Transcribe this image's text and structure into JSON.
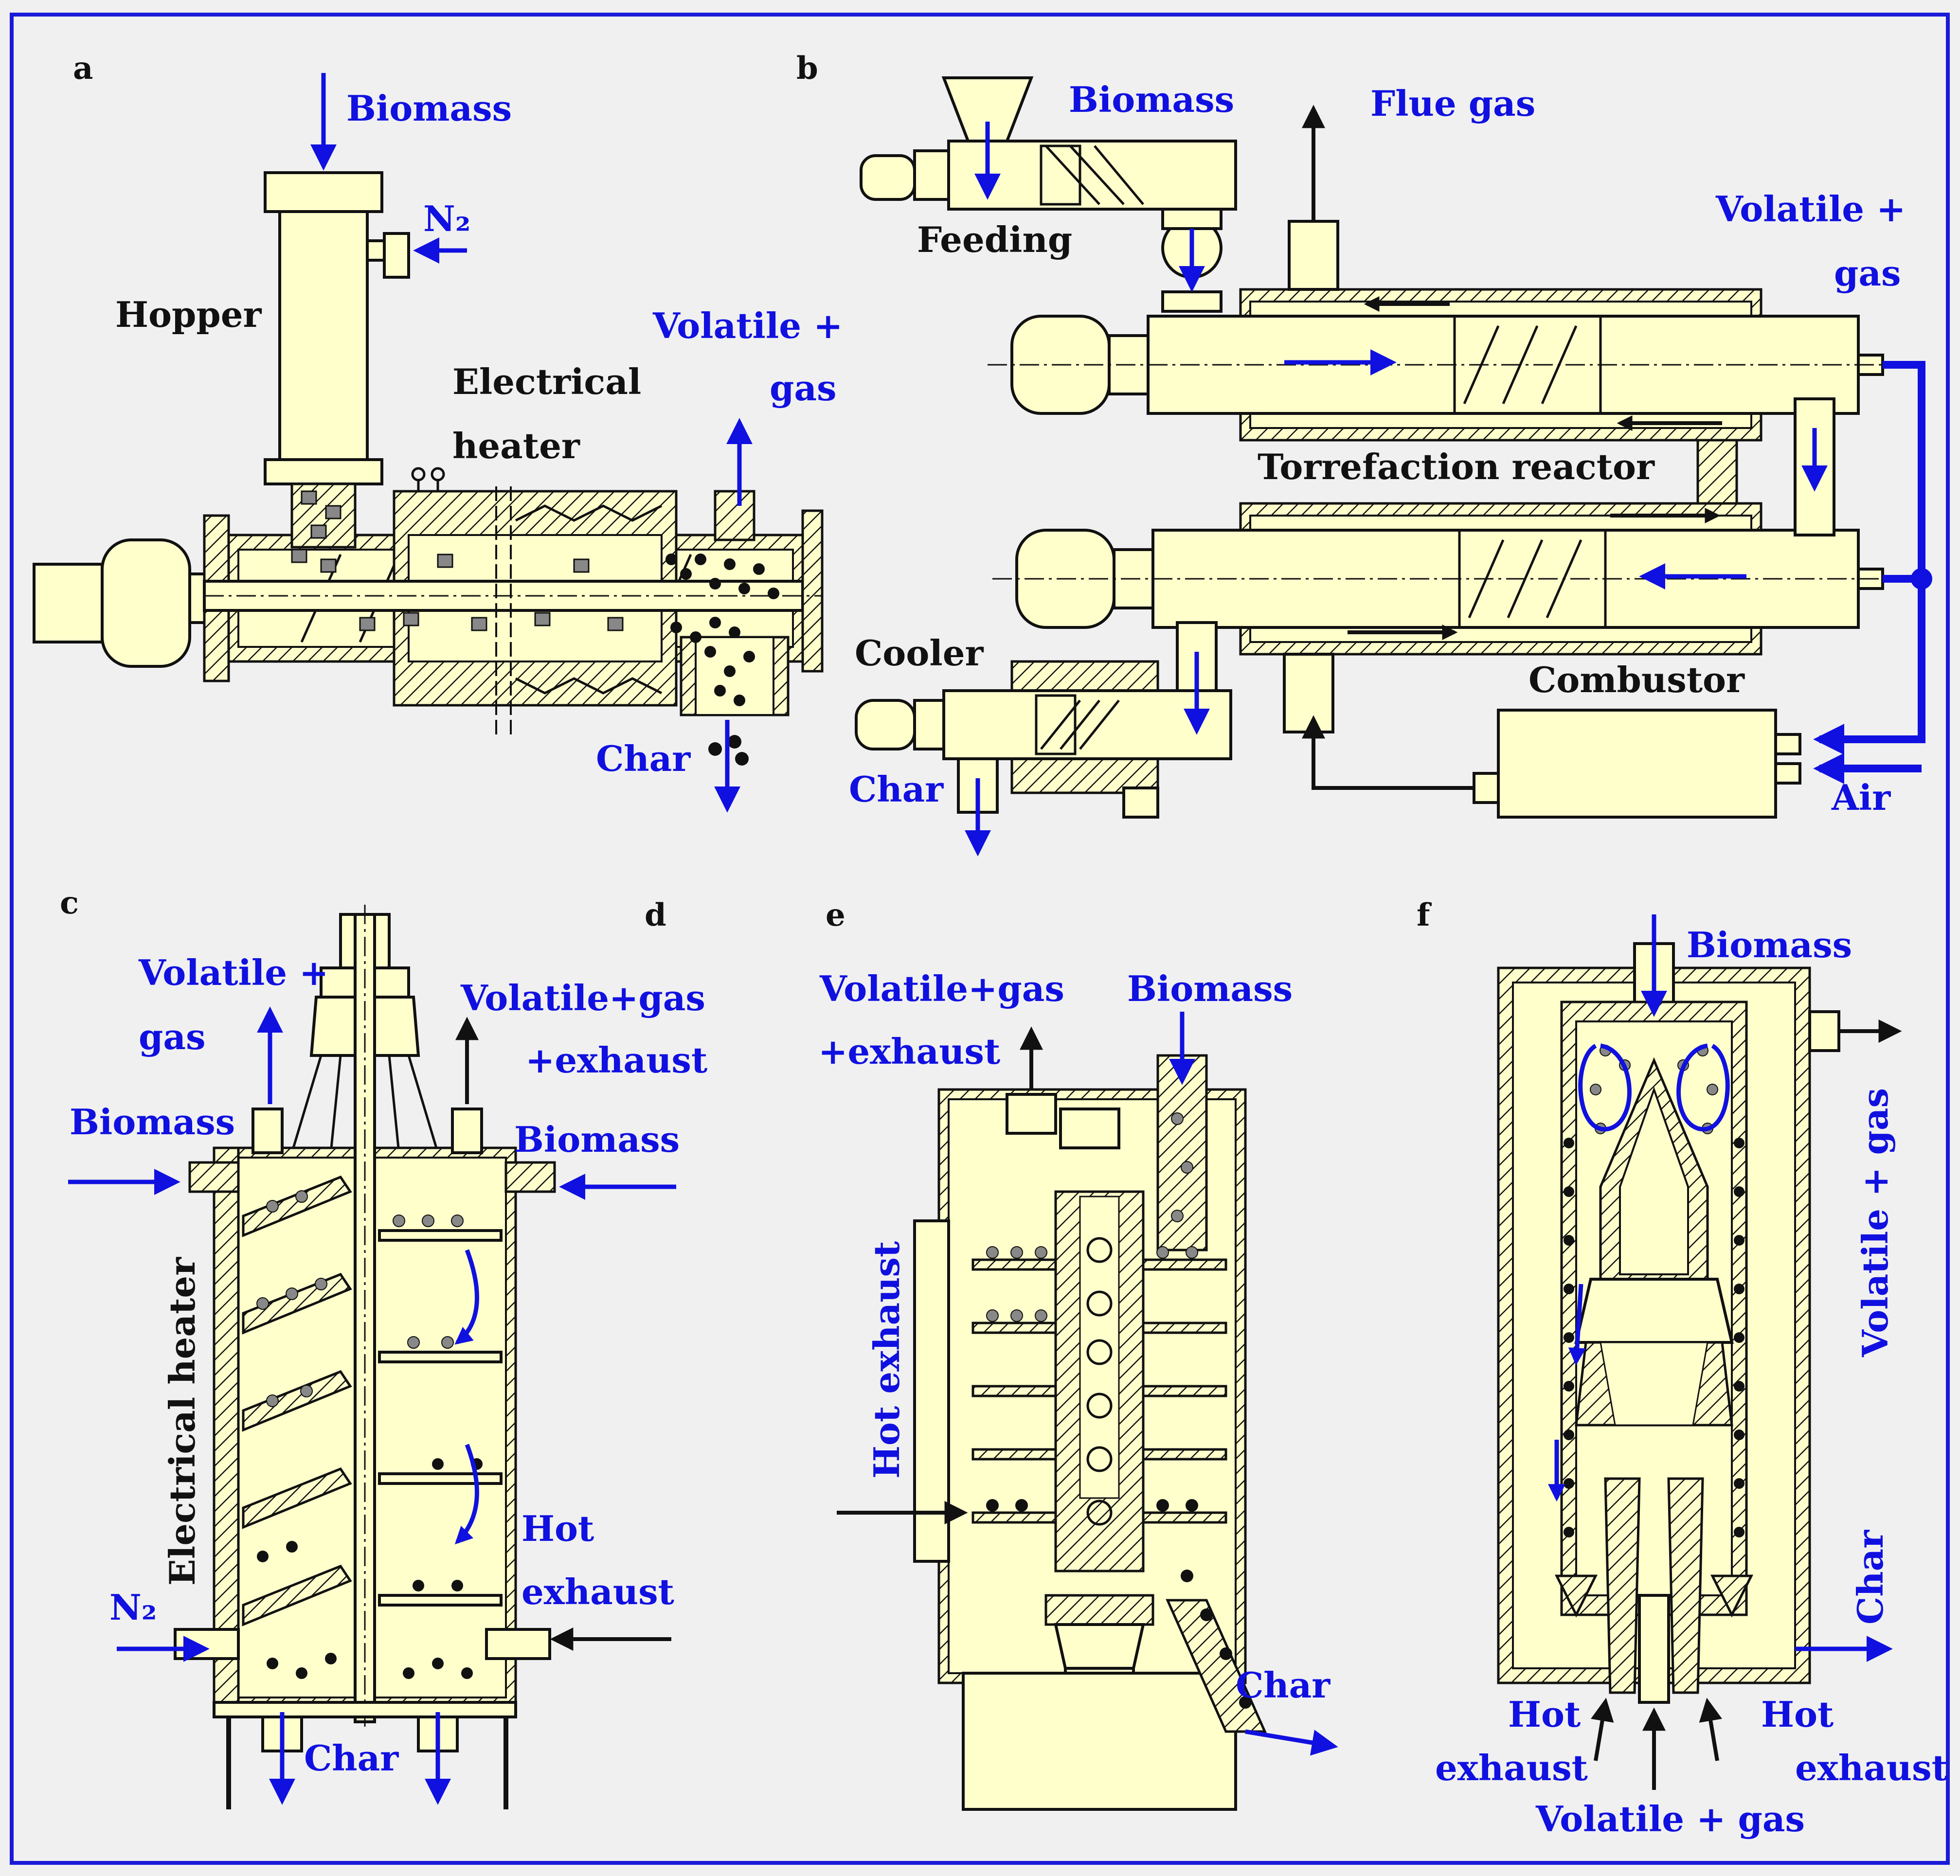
{
  "colors": {
    "background": "#f0f0f0",
    "frame": "#1a1ad8",
    "equipment": "#ffffcc",
    "flow_blue": "#1010e0",
    "flow_black": "#111111"
  },
  "panels": {
    "a": {
      "letter": "a",
      "biomass": "Biomass",
      "n2": "N₂",
      "hopper": "Hopper",
      "heater_1": "Electrical",
      "heater_2": "heater",
      "volatile_1": "Volatile +",
      "volatile_2": "gas",
      "char": "Char"
    },
    "b": {
      "letter": "b",
      "biomass": "Biomass",
      "flue_gas": "Flue gas",
      "feeding": "Feeding",
      "volatile_1": "Volatile +",
      "volatile_2": "gas",
      "reactor": "Torrefaction reactor",
      "cooler": "Cooler",
      "combustor": "Combustor",
      "char": "Char",
      "air": "Air"
    },
    "c": {
      "letter": "c",
      "volatile_1": "Volatile +",
      "volatile_2": "gas",
      "biomass": "Biomass",
      "heater": "Electrical heater",
      "n2": "N₂"
    },
    "d": {
      "letter": "d",
      "volatile_1": "Volatile+gas",
      "volatile_2": "+exhaust",
      "biomass": "Biomass",
      "hot_1": "Hot",
      "hot_2": "exhaust",
      "char": "Char"
    },
    "e": {
      "letter": "e",
      "volatile_1": "Volatile+gas",
      "volatile_2": "+exhaust",
      "biomass": "Biomass",
      "hot_exhaust": "Hot exhaust",
      "char": "Char"
    },
    "f": {
      "letter": "f",
      "biomass": "Biomass",
      "volatile_side": "Volatile + gas",
      "char": "Char",
      "hot_left_1": "Hot",
      "hot_left_2": "exhaust",
      "hot_right_1": "Hot",
      "hot_right_2": "exhaust",
      "volatile_bottom": "Volatile + gas"
    }
  }
}
